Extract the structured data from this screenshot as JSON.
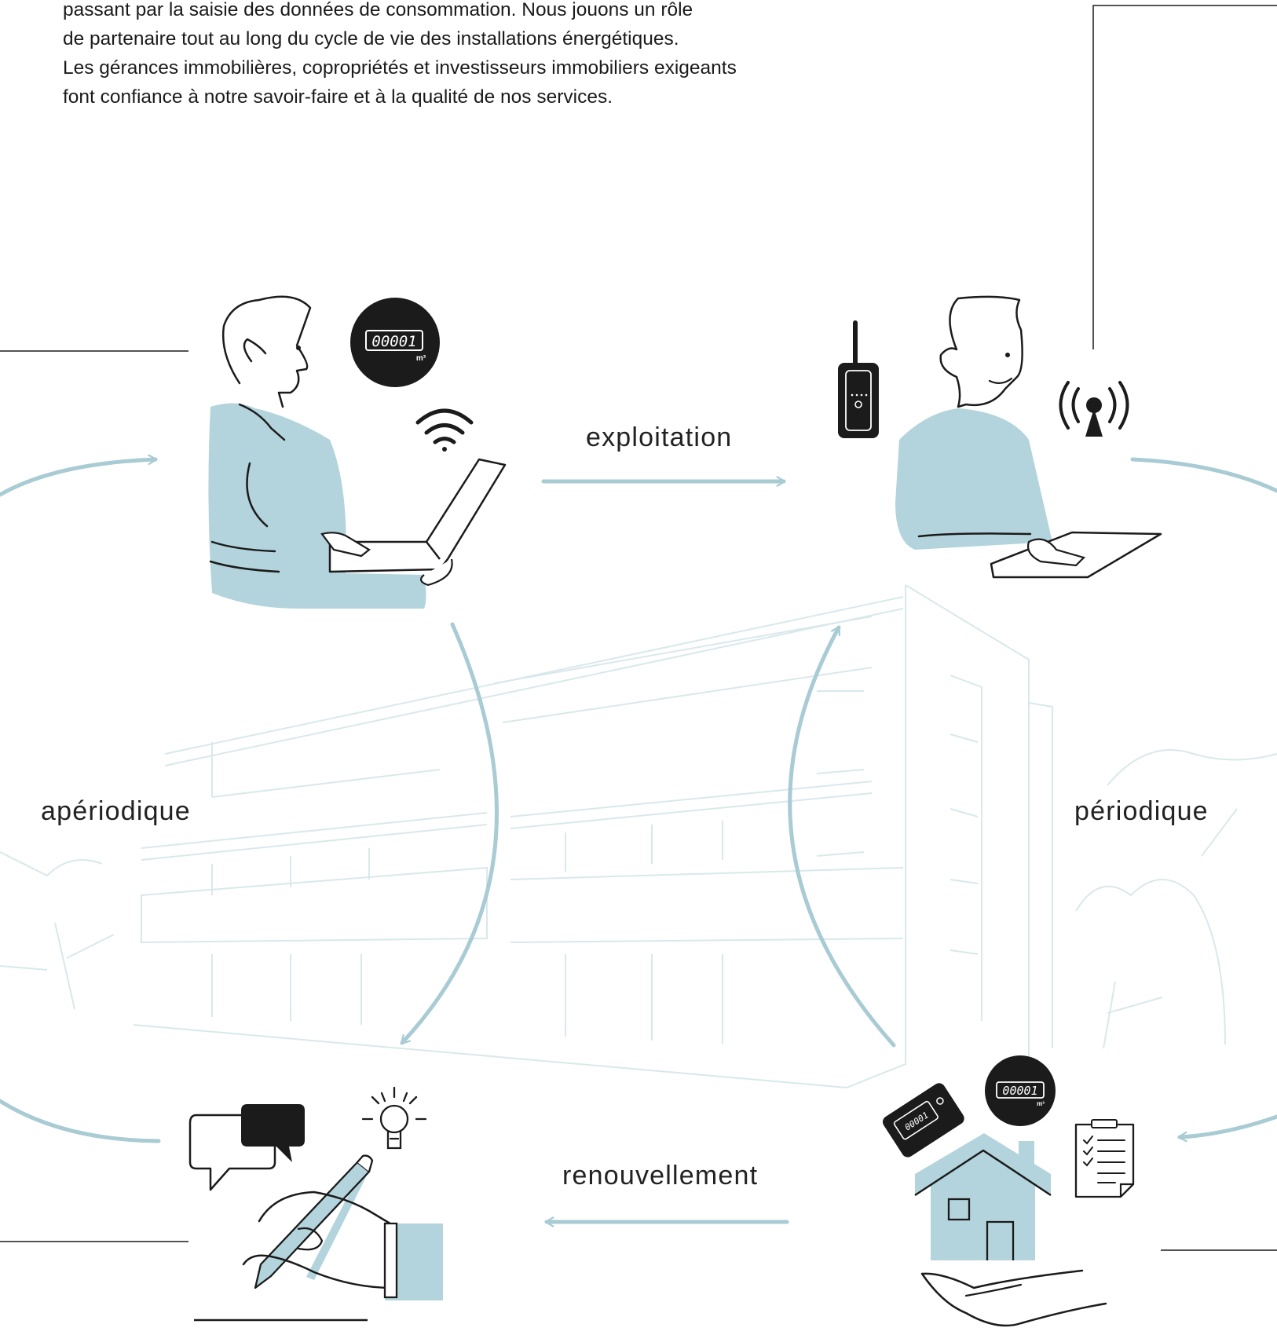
{
  "intro": {
    "lines": [
      "passant par la saisie des données de consommation. Nous jouons un rôle",
      "de partenaire tout au long du cycle de vie des installations énergétiques.",
      "Les gérances immobilières, copropriétés et investisseurs immobiliers exigeants",
      "font confiance à notre savoir-faire et à la qualité de nos services."
    ]
  },
  "cycle": {
    "top_label": "exploitation",
    "bottom_label": "renouvellement",
    "left_label": "apériodique",
    "right_label": "périodique"
  },
  "meter": {
    "digits": "00001",
    "unit": "m³"
  },
  "icons": [
    "technician-laptop-icon",
    "water-meter-icon",
    "wifi-icon",
    "technician-tablet-icon",
    "radio-transmitter-icon",
    "antenna-signal-icon",
    "speech-bubbles-icon",
    "lightbulb-icon",
    "hand-writing-icon",
    "house-in-hand-icon",
    "checklist-clipboard-icon"
  ],
  "colors": {
    "accent": "#b3d4dc",
    "arrow": "#a9cbd4",
    "building_line": "#d9e8ec",
    "ink": "#1b1b1b"
  }
}
